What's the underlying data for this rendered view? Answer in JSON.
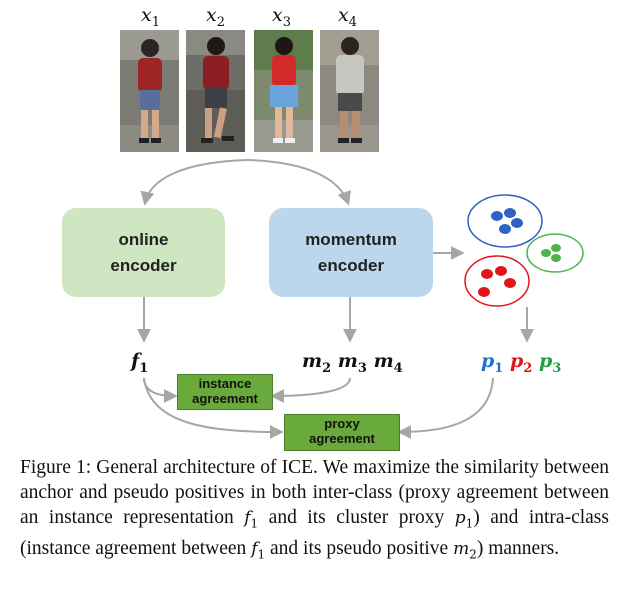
{
  "images": [
    {
      "label_var": "x",
      "label_sub": "1"
    },
    {
      "label_var": "x",
      "label_sub": "2"
    },
    {
      "label_var": "x",
      "label_sub": "3"
    },
    {
      "label_var": "x",
      "label_sub": "4"
    }
  ],
  "encoders": {
    "online": {
      "line1": "online",
      "line2": "encoder",
      "color": "#cfe6c2"
    },
    "momentum": {
      "line1": "momentum",
      "line2": "encoder",
      "color": "#bcd6ee"
    }
  },
  "features": {
    "f": {
      "var": "f",
      "sub": "1"
    },
    "m": [
      {
        "var": "m",
        "sub": "2"
      },
      {
        "var": "m",
        "sub": "3"
      },
      {
        "var": "m",
        "sub": "4"
      }
    ],
    "p": [
      {
        "var": "p",
        "sub": "1",
        "color": "#1f6fd1"
      },
      {
        "var": "p",
        "sub": "2",
        "color": "#e0161b"
      },
      {
        "var": "p",
        "sub": "3",
        "color": "#1e9e3e"
      }
    ]
  },
  "clusters": [
    {
      "color": "#2e62c4",
      "name": "blue-cluster"
    },
    {
      "color": "#4bb54b",
      "name": "green-cluster"
    },
    {
      "color": "#e0161b",
      "name": "red-cluster"
    }
  ],
  "agreements": {
    "instance": {
      "line1": "instance",
      "line2": "agreement"
    },
    "proxy": {
      "line1": "proxy",
      "line2": "agreement"
    }
  },
  "caption": {
    "t1": "Figure 1: General architecture of ICE. We maximize the similarity between anchor and pseudo positives in both inter-class (proxy agreement between an instance representation ",
    "v1": "f",
    "s1": "1",
    "t2": " and its cluster proxy ",
    "v2": "p",
    "s2": "1",
    "t3": ") and intra-class (instance agreement between ",
    "v3": "f",
    "s3": "1",
    "t4": " and its pseudo positive ",
    "v4": "m",
    "s4": "2",
    "t5": ") manners."
  }
}
